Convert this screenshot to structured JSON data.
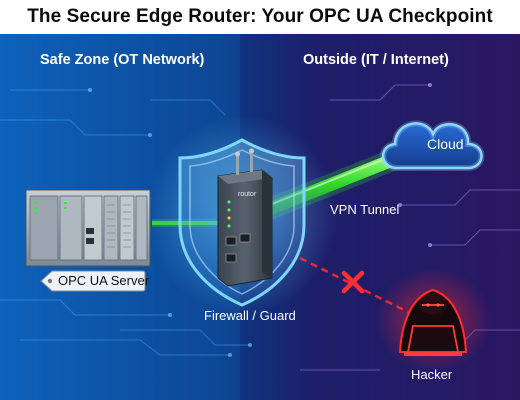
{
  "header": {
    "title": "The Secure Edge Router: Your OPC UA Checkpoint"
  },
  "zones": {
    "left": "Safe Zone (OT Network)",
    "right": "Outside (IT / Internet)"
  },
  "nodes": {
    "cloud": "Cloud",
    "vpn": "VPN Tunnel",
    "router": "Firewall / Guard",
    "router_brand": "routor",
    "server": "OPC UA Server",
    "hacker": "Hacker"
  },
  "colors": {
    "safe_zone": "#0c5fb3",
    "outside_zone": "#3a1f7a",
    "vpn_tunnel": "#38e02a",
    "threat": "#e0262b",
    "shield": "#4fb5ff"
  },
  "icons": {
    "router": "router-icon",
    "shield": "shield-icon",
    "cloud": "cloud-icon",
    "hacker": "hacker-icon",
    "laptop": "laptop-icon",
    "blocked": "x-mark-icon",
    "plc": "plc-icon",
    "tag": "tag-icon"
  }
}
